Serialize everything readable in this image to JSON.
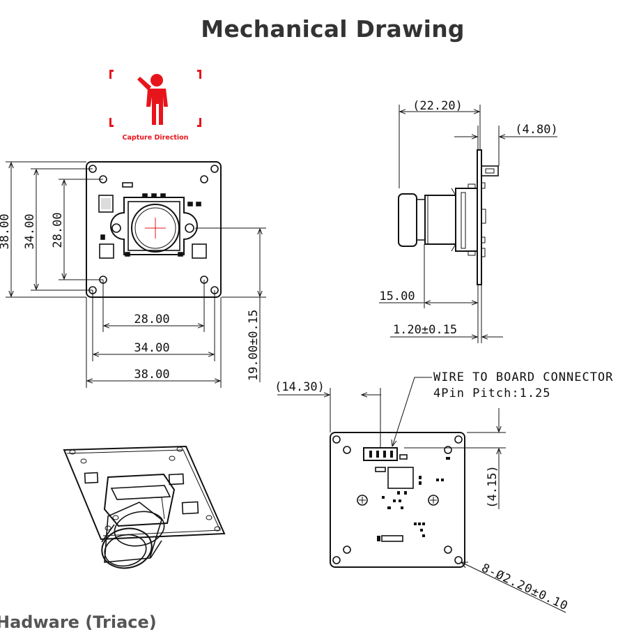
{
  "title": "Mechanical Drawing",
  "capture_direction_label": "Capture Direction",
  "front_view": {
    "height_outer": "38.00",
    "height_mid": "34.00",
    "height_inner": "28.00",
    "width_inner": "28.00",
    "width_mid": "34.00",
    "width_outer": "38.00",
    "center_height": "19.00±0.15"
  },
  "side_view": {
    "lens_depth": "(22.20)",
    "connector_depth": "(4.80)",
    "lens_offset": "15.00",
    "board_thickness": "1.20±0.15"
  },
  "back_view": {
    "connector_label_line1": "WIRE TO BOARD CONNECTOR",
    "connector_label_line2": "4Pin Pitch:1.25",
    "connector_offset_x": "(14.30)",
    "connector_offset_y": "(4.15)",
    "holes_note": "8-Ø2.20±0.10"
  },
  "bottom_heading": "Hadware (Triace)",
  "colors": {
    "title": "#333333",
    "capture_icon": "#e8141c",
    "lines": "#111111"
  }
}
